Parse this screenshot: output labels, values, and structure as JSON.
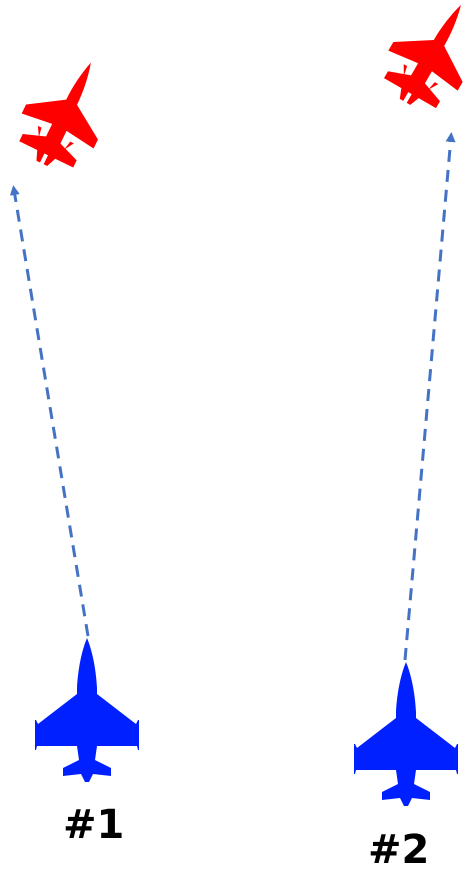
{
  "colors": {
    "friendly": "#0020ff",
    "enemy": "#ff0000",
    "track": "#4472c4",
    "text": "#000000",
    "background": "#ffffff"
  },
  "aircraft": [
    {
      "label": "#1",
      "icon": "friendly-fighter-jet-icon"
    },
    {
      "label": "#2",
      "icon": "friendly-fighter-jet-icon"
    }
  ],
  "targets": [
    {
      "icon": "enemy-fighter-jet-icon"
    },
    {
      "icon": "enemy-fighter-jet-icon"
    }
  ],
  "tracks": [
    {
      "from": "#1",
      "style": "dashed-arrow"
    },
    {
      "from": "#2",
      "style": "dashed-arrow"
    }
  ]
}
